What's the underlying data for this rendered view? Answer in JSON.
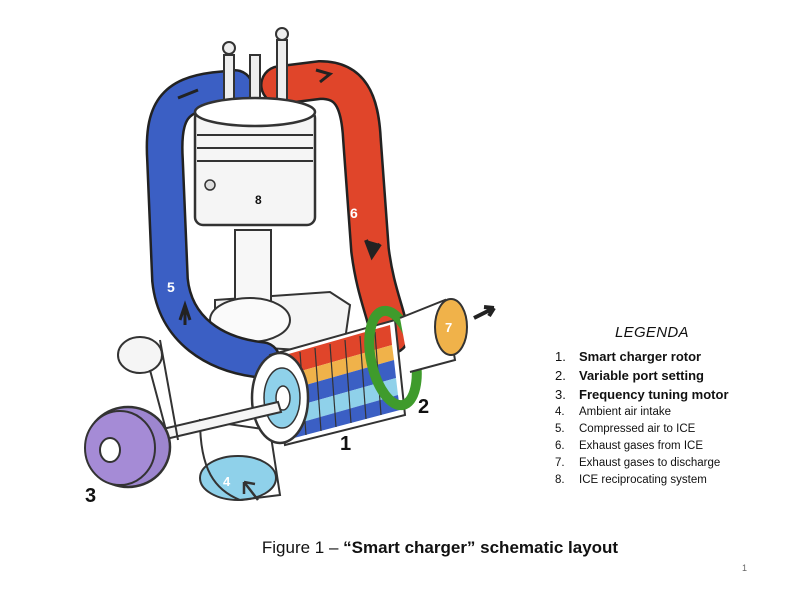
{
  "legend": {
    "title": "LEGENDA",
    "items": [
      {
        "num": "1.",
        "label": "Smart charger rotor",
        "bold": true
      },
      {
        "num": "2.",
        "label": "Variable port setting",
        "bold": true
      },
      {
        "num": "3.",
        "label": "Frequency tuning motor",
        "bold": true
      },
      {
        "num": "4.",
        "label": "Ambient air intake",
        "bold": false
      },
      {
        "num": "5.",
        "label": "Compressed air to ICE",
        "bold": false
      },
      {
        "num": "6.",
        "label": "Exhaust gases from ICE",
        "bold": false
      },
      {
        "num": "7.",
        "label": "Exhaust gases to discharge",
        "bold": false
      },
      {
        "num": "8.",
        "label": "ICE reciprocating system",
        "bold": false
      }
    ]
  },
  "caption": {
    "prefix": "Figure 1 – ",
    "bold": "“Smart charger” schematic layout"
  },
  "page_number": "1",
  "diagram_labels": {
    "rotor": "1",
    "port_setting": "2",
    "tuning_motor": "3",
    "air_intake": "4",
    "compressed_air": "5",
    "exhaust_from_ice": "6",
    "exhaust_discharge": "7",
    "piston": "8"
  },
  "colors": {
    "intake_duct": "#3b5fc4",
    "exhaust_duct": "#e0452a",
    "port_ring": "#3f9b2c",
    "motor": "#a58bd6",
    "intake_port": "#8fd1ea",
    "exhaust_port": "#f0b24a",
    "outline": "#222222"
  }
}
